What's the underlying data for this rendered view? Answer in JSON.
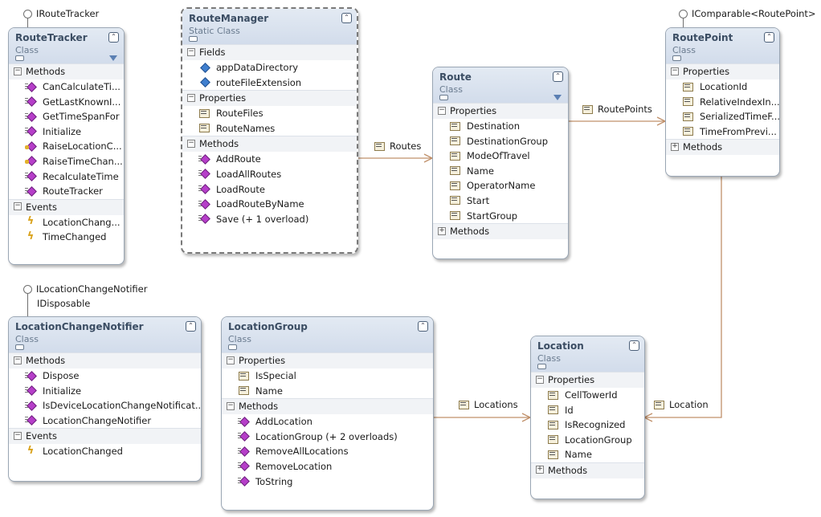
{
  "interfaces": {
    "route_tracker": "IRouteTracker",
    "route_point": "IComparable<RoutePoint>",
    "location_change_notifier": [
      "ILocationChangeNotifier",
      "IDisposable"
    ]
  },
  "route_tracker": {
    "name": "RouteTracker",
    "kind": "Class",
    "methods_label": "Methods",
    "methods": [
      "CanCalculateTi...",
      "GetLastKnownI...",
      "GetTimeSpanFor",
      "Initialize",
      "RaiseLocationC...",
      "RaiseTimeChan...",
      "RecalculateTime",
      "RouteTracker"
    ],
    "events_label": "Events",
    "events": [
      "LocationChang...",
      "TimeChanged"
    ]
  },
  "route_manager": {
    "name": "RouteManager",
    "kind": "Static Class",
    "fields_label": "Fields",
    "fields": [
      "appDataDirectory",
      "routeFileExtension"
    ],
    "properties_label": "Properties",
    "properties": [
      "RouteFiles",
      "RouteNames"
    ],
    "methods_label": "Methods",
    "methods": [
      "AddRoute",
      "LoadAllRoutes",
      "LoadRoute",
      "LoadRouteByName",
      "Save (+ 1 overload)"
    ]
  },
  "route": {
    "name": "Route",
    "kind": "Class",
    "properties_label": "Properties",
    "properties": [
      "Destination",
      "DestinationGroup",
      "ModeOfTravel",
      "Name",
      "OperatorName",
      "Start",
      "StartGroup"
    ],
    "methods_label": "Methods"
  },
  "route_point": {
    "name": "RoutePoint",
    "kind": "Class",
    "properties_label": "Properties",
    "properties": [
      "LocationId",
      "RelativeIndexIn...",
      "SerializedTimeF...",
      "TimeFromPrevi..."
    ],
    "methods_label": "Methods"
  },
  "location_change_notifier": {
    "name": "LocationChangeNotifier",
    "kind": "Class",
    "methods_label": "Methods",
    "methods": [
      "Dispose",
      "Initialize",
      "IsDeviceLocationChangeNotificat...",
      "LocationChangeNotifier"
    ],
    "events_label": "Events",
    "events": [
      "LocationChanged"
    ]
  },
  "location_group": {
    "name": "LocationGroup",
    "kind": "Class",
    "properties_label": "Properties",
    "properties": [
      "IsSpecial",
      "Name"
    ],
    "methods_label": "Methods",
    "methods": [
      "AddLocation",
      "LocationGroup (+ 2 overloads)",
      "RemoveAllLocations",
      "RemoveLocation",
      "ToString"
    ]
  },
  "location": {
    "name": "Location",
    "kind": "Class",
    "properties_label": "Properties",
    "properties": [
      "CellTowerId",
      "Id",
      "IsRecognized",
      "LocationGroup",
      "Name"
    ],
    "methods_label": "Methods"
  },
  "associations": {
    "routes": "Routes",
    "route_points": "RoutePoints",
    "locations": "Locations",
    "location": "Location"
  },
  "colors": {
    "connector": "#c0906a",
    "header": "#d9e2ee",
    "title": "#3b4d63"
  }
}
